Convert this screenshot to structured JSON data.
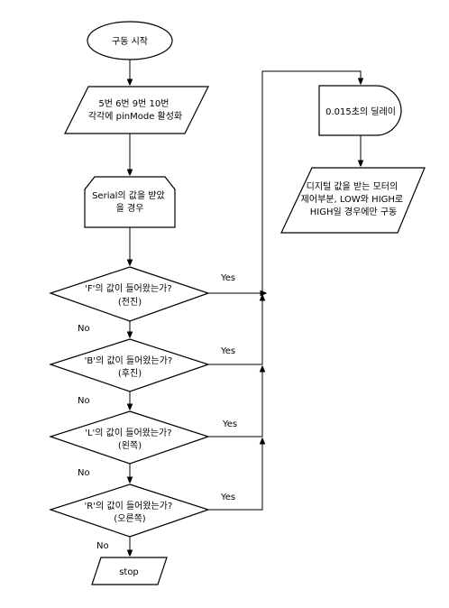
{
  "nodes": {
    "start": "구동 시작",
    "init": [
      "5번 6번 9번 10번",
      "각각에 pinMode 활성화"
    ],
    "serial": [
      "Serial의 값을 받았",
      "을 경우"
    ],
    "check_f": [
      "'F'의 값이 들어왔는가?",
      "(전진)"
    ],
    "check_b": [
      "'B'의 값이 들어왔는가?",
      "(후진)"
    ],
    "check_l": [
      "'L'의 값이 들어왔는가?",
      "(왼쪽)"
    ],
    "check_r": [
      "'R'의 값이 들어왔는가?",
      "(오른쪽)"
    ],
    "stop": "stop",
    "delay": "0.015초의 딜레이",
    "drive": [
      "디지털 값을 받는 모터의",
      "제어부분, LOW와 HIGH로",
      "HIGH일 경우에만 구동"
    ]
  },
  "labels": {
    "yes_f": "Yes",
    "no_f": "No",
    "yes_b": "Yes",
    "no_b": "No",
    "yes_l": "Yes",
    "no_l": "No",
    "yes_r": "Yes",
    "no_r": "No"
  }
}
